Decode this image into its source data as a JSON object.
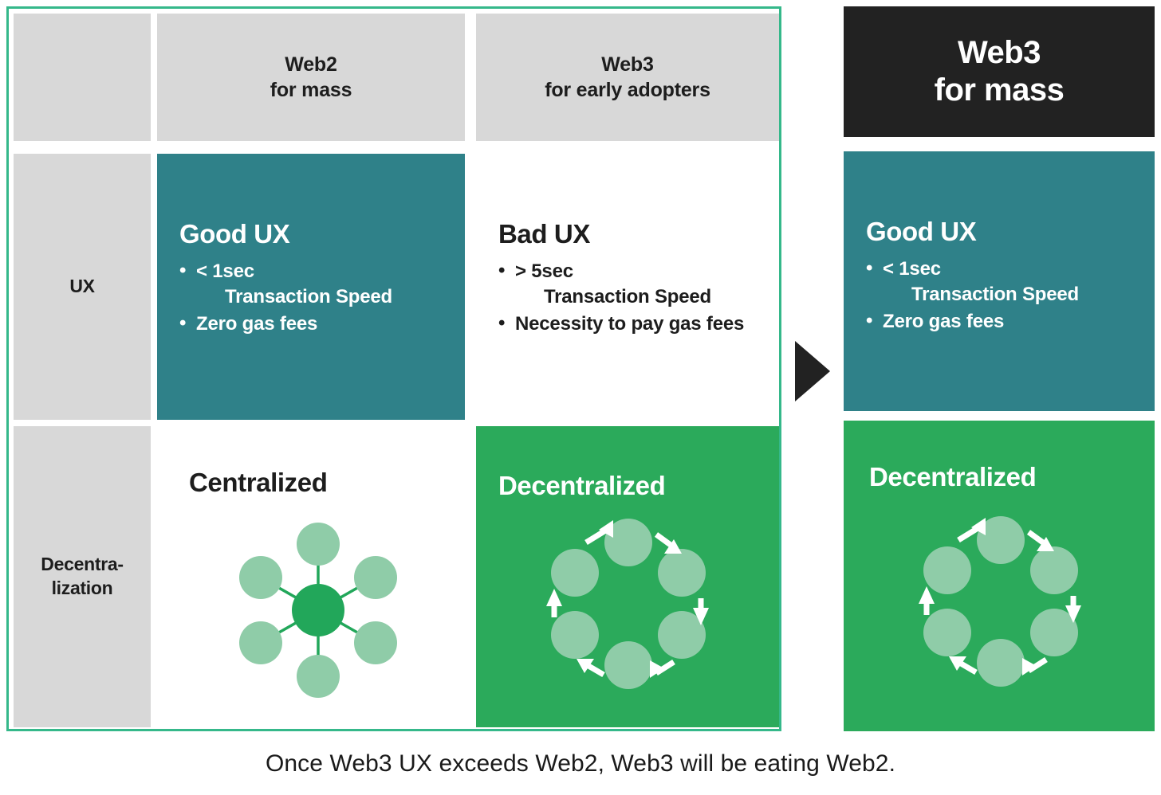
{
  "colors": {
    "accent_green": "#2baa5b",
    "panel_border": "#35b88a",
    "teal": "#2f8189",
    "grey_cell": "#d8d8d8",
    "black_header": "#222222",
    "node_light": "#8fcca8",
    "node_hub": "#22a75a",
    "text_dark": "#1d1d1d",
    "text_white": "#ffffff"
  },
  "compare_panel": {
    "columns": [
      {
        "line1": "Web2",
        "line2": "for mass"
      },
      {
        "line1": "Web3",
        "line2": "for early adopters"
      }
    ],
    "rows": [
      {
        "label_line1": "UX",
        "label_line2": ""
      },
      {
        "label_line1": "Decentra-",
        "label_line2": "lization"
      }
    ],
    "ux": {
      "web2": {
        "title": "Good UX",
        "bullets": [
          {
            "text": "< 1sec",
            "continuation": "Transaction Speed"
          },
          {
            "text": "Zero gas fees",
            "continuation": ""
          }
        ]
      },
      "web3": {
        "title": "Bad UX",
        "bullets": [
          {
            "text": "> 5sec",
            "continuation": "Transaction Speed"
          },
          {
            "text": "Necessity to pay gas fees",
            "continuation": ""
          }
        ]
      }
    },
    "decentralization": {
      "web2": {
        "title": "Centralized",
        "diagram": "hub-and-spoke-icon",
        "outer_nodes": 6
      },
      "web3": {
        "title": "Decentralized",
        "diagram": "peer-ring-cycle-icon",
        "nodes": 6,
        "arrows": 6
      }
    }
  },
  "flow_arrow": {
    "icon": "right-triangle-arrow-icon"
  },
  "outcome_panel": {
    "header": {
      "line1": "Web3",
      "line2": "for mass"
    },
    "ux": {
      "title": "Good UX",
      "bullets": [
        {
          "text": "< 1sec",
          "continuation": "Transaction Speed"
        },
        {
          "text": "Zero gas fees",
          "continuation": ""
        }
      ]
    },
    "decentralization": {
      "title": "Decentralized",
      "diagram": "peer-ring-cycle-icon",
      "nodes": 6,
      "arrows": 6
    }
  },
  "caption": "Once Web3 UX exceeds Web2, Web3 will be eating Web2."
}
